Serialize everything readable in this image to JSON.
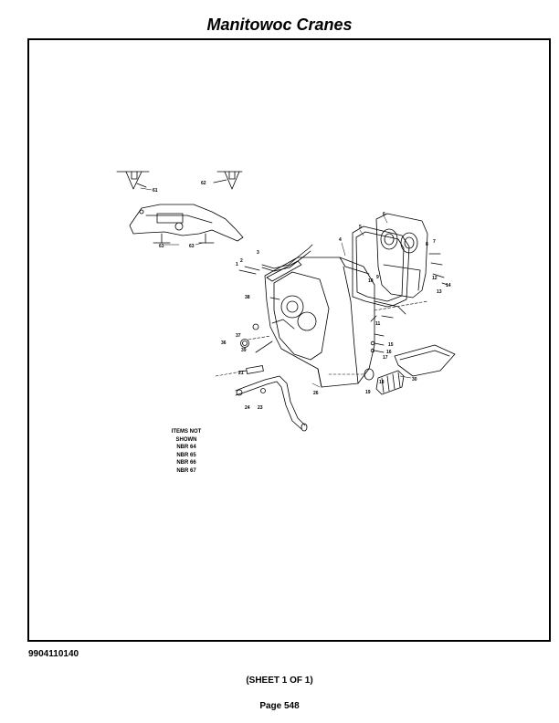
{
  "header": {
    "title": "Manitowoc Cranes"
  },
  "diagram": {
    "callouts": [
      "1",
      "2",
      "3",
      "4",
      "5",
      "6",
      "7",
      "8",
      "9",
      "10",
      "11",
      "12",
      "13",
      "14",
      "15",
      "16",
      "17",
      "18",
      "19",
      "21",
      "23",
      "24",
      "26",
      "30",
      "36",
      "37",
      "38",
      "39",
      "61",
      "62",
      "63",
      "63"
    ],
    "items_not_shown": {
      "heading_line1": "ITEMS NOT",
      "heading_line2": "SHOWN",
      "items": [
        "NBR 64",
        "NBR 65",
        "NBR 66",
        "NBR 67"
      ]
    }
  },
  "footer": {
    "drawing_number": "9904110140",
    "sheet": "(SHEET 1 OF 1)",
    "page": "Page 548"
  }
}
